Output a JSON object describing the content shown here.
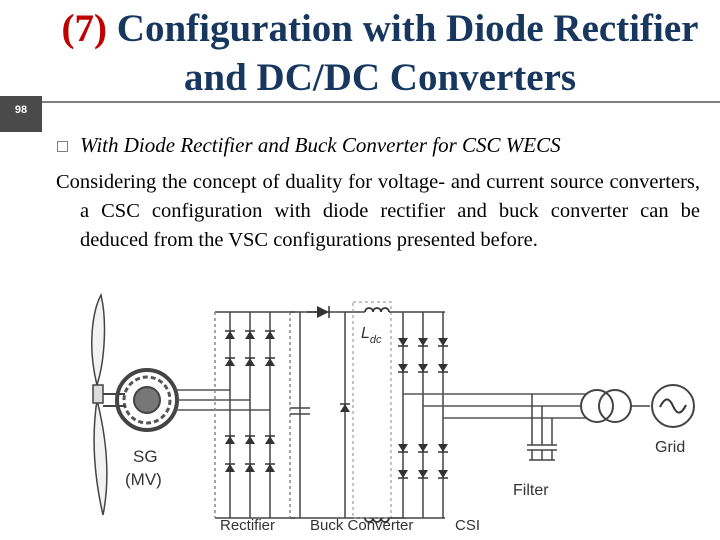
{
  "slide": {
    "number": "98",
    "title_number": "(7)",
    "title_text": "Configuration with Diode Rectifier and DC/DC Converters"
  },
  "content": {
    "subheading": "With Diode Rectifier and Buck Converter for CSC WECS",
    "paragraph": "Considering the concept of duality for voltage- and current source converters, a CSC configuration with diode rectifier and buck converter can be deduced from the VSC configurations presented  before."
  },
  "figure": {
    "generator_label": "SG",
    "generator_sublabel": "(MV)",
    "inductor_label": "L",
    "inductor_subscript": "dc",
    "grid_label": "Grid",
    "filter_label": "Filter",
    "rectifier_label": "Rectifier",
    "buck_label": "Buck Converter",
    "csi_label": "CSI"
  }
}
